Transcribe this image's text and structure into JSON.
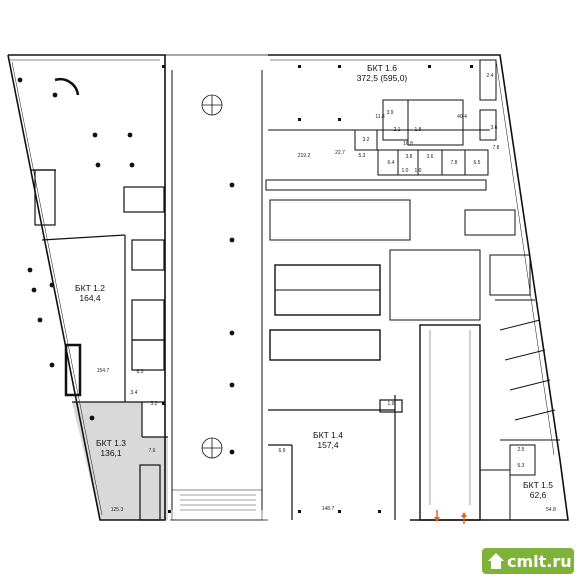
{
  "units": [
    {
      "id": "bkt-1-2",
      "title": "БКТ 1.2",
      "area": "164,4"
    },
    {
      "id": "bkt-1-3",
      "title": "БКТ 1.3",
      "area": "136,1"
    },
    {
      "id": "bkt-1-4",
      "title": "БКТ 1.4",
      "area": "157,4"
    },
    {
      "id": "bkt-1-5",
      "title": "БКТ 1.5",
      "area": "62,6"
    },
    {
      "id": "bkt-1-6",
      "title": "БКТ 1.6",
      "area": "372,5 (595,0)"
    }
  ],
  "room_labels": [
    "11.8",
    "40.4",
    "2.4",
    "3.9",
    "2.1",
    "1.8",
    "3.6",
    "3.2",
    "16.8",
    "22.7",
    "7.8",
    "219.2",
    "5.3",
    "6.4",
    "3.8",
    "3.6",
    "7.8",
    "6.5",
    "1.0",
    "1.0",
    "154.7",
    "6.3",
    "3.2",
    "3.4",
    "7.6",
    "125.3",
    "6.9",
    "148.7",
    "1.9",
    "2.5",
    "5.3",
    "54.8"
  ],
  "colors": {
    "wall": "#111111",
    "highlight_fill": "#d9d9d9",
    "arrow": "#e0651f",
    "watermark_bg": "#7fb23a"
  },
  "watermark": {
    "text": "cmlt.ru",
    "icon": "house-icon"
  }
}
